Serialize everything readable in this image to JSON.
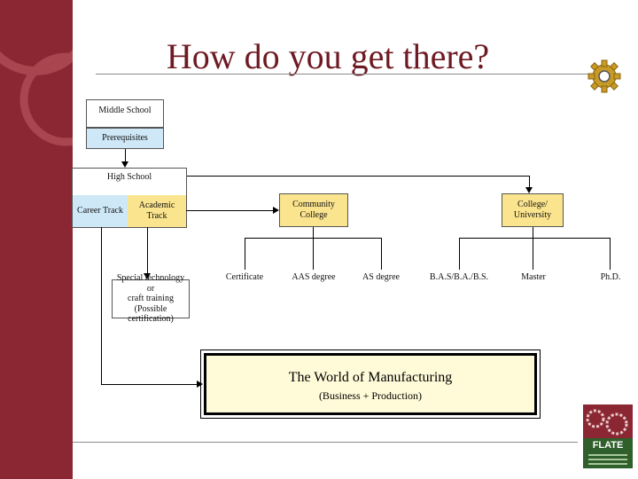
{
  "title": "How do you get there?",
  "boxes": {
    "middle_school": "Middle School",
    "prerequisites": "Prerequisites",
    "high_school": "High School",
    "career_track": "Career Track",
    "academic_track": "Academic\nTrack",
    "community_college": "Community\nCollege",
    "college_university": "College/\nUniversity"
  },
  "outcomes": {
    "certificate": "Certificate",
    "aas": "AAS degree",
    "as": "AS degree",
    "ba": "B.A.S/B.A./B.S.",
    "master": "Master",
    "phd": "Ph.D."
  },
  "special": "Special technology or\ncraft training\n(Possible certification)",
  "world": {
    "title": "The World of Manufacturing",
    "subtitle": "(Business + Production)"
  },
  "logo_text": "FLATE",
  "colors": {
    "sidebar": "#8b2733",
    "title": "#6e1a22",
    "yellow": "#fbe48e",
    "blue": "#cfe8f7",
    "world_bg": "#fffbd8"
  }
}
